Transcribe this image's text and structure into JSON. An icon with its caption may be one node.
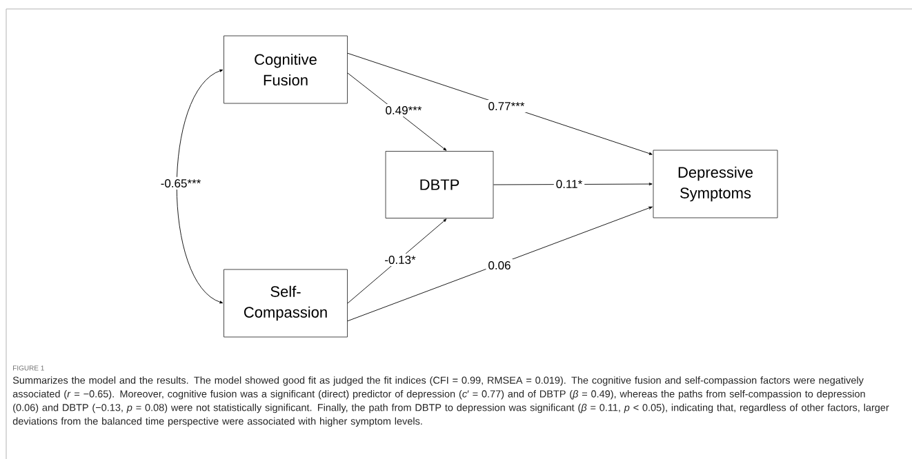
{
  "diagram": {
    "title": "FIGURE 1",
    "caption": "Summarizes the model and the results. The model showed good fit as judged the fit indices (CFI = 0.99, RMSEA = 0.019). The cognitive fusion and self-compassion factors were negatively associated (*r* = −0.65). Moreover, cognitive fusion was a significant (direct) predictor of depression (*c*′ = 0.77) and of DBTP (*β* = 0.49), whereas the paths from self-compassion to depression (0.06) and DBTP (−0.13, *p* = 0.08) were not statistically significant. Finally, the path from DBTP to depression was significant (*β* = 0.11, *p* < 0.05), indicating that, regardless of other factors, larger deviations from the balanced time perspective were associated with higher symptom levels.",
    "nodes": [
      {
        "text": [
          "Cognitive Fusion"
        ]
      },
      {
        "text": [
          "DBTP"
        ]
      },
      {
        "text": [
          "Depressive Symptoms"
        ]
      },
      {
        "text": [
          "Self-Compassion"
        ]
      }
    ],
    "edges": [
      {
        "from": 0,
        "to": 1,
        "arrow": "to",
        "label": "0.49***"
      },
      {
        "from": 0,
        "to": 2,
        "arrow": "to",
        "label": "0.77***"
      },
      {
        "from": 1,
        "to": 2,
        "arrow": "to",
        "label": "0.11*"
      },
      {
        "from": 3,
        "to": 1,
        "arrow": "to",
        "label": "-0.13*"
      },
      {
        "from": 3,
        "to": 2,
        "arrow": "to",
        "label": "0.06"
      },
      {
        "from": 0,
        "to": 3,
        "arrow": "both",
        "label": "-0.65***"
      }
    ]
  }
}
